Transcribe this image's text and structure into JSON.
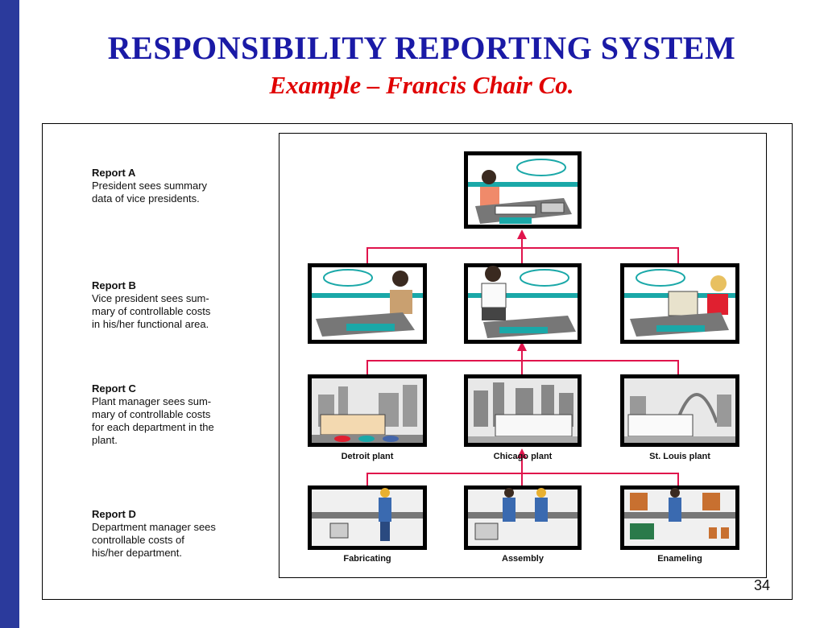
{
  "title": "RESPONSIBILITY REPORTING SYSTEM",
  "subtitle": "Example – Francis Chair Co.",
  "reports": [
    {
      "heading": "Report A",
      "lines": [
        "President sees summary",
        "data of vice presidents."
      ]
    },
    {
      "heading": "Report B",
      "lines": [
        "Vice president sees sum-",
        "mary of controllable costs",
        "in his/her functional area."
      ]
    },
    {
      "heading": "Report C",
      "lines": [
        "Plant manager sees sum-",
        "mary of controllable costs",
        "for each department in the",
        "plant."
      ]
    },
    {
      "heading": "Report D",
      "lines": [
        "Department manager sees",
        "controllable costs of",
        "his/her department."
      ]
    }
  ],
  "plants": [
    "Detroit plant",
    "Chicago plant",
    "St. Louis plant"
  ],
  "departments": [
    "Fabricating",
    "Assembly",
    "Enameling"
  ],
  "page_number": "34",
  "colors": {
    "accent_bar": "#2b3a9c",
    "title": "#1a1aa6",
    "subtitle": "#e00000",
    "connector": "#e0144c",
    "teal": "#1aa8a8"
  },
  "icons": {
    "president": "president-at-desk-icon",
    "vice_presidents": [
      "vp-at-desk-icon",
      "vp-at-desk-icon",
      "vp-at-computer-icon"
    ],
    "plants": [
      "factory-icon",
      "factory-icon",
      "factory-icon"
    ],
    "departments": [
      "workers-icon",
      "workers-icon",
      "workers-icon"
    ]
  }
}
